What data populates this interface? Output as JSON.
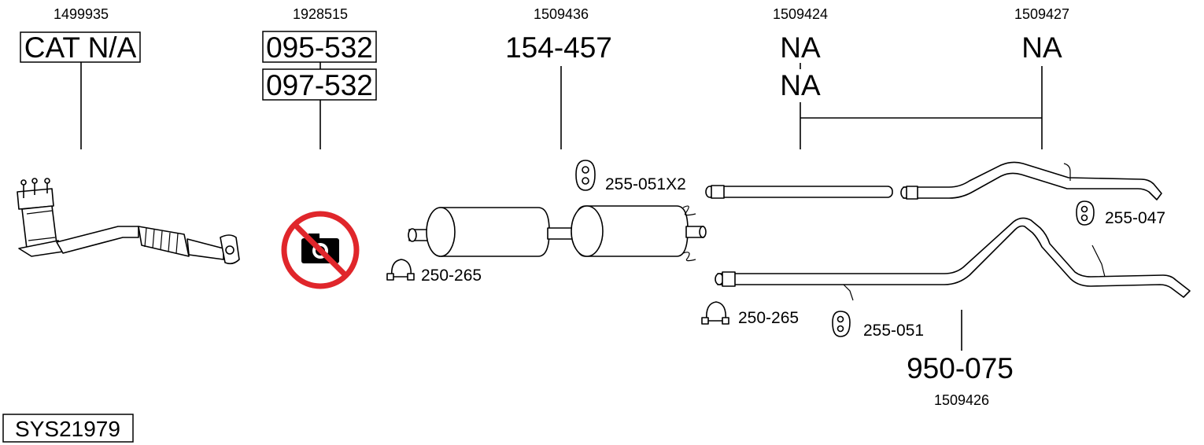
{
  "system_code": "SYS21979",
  "parts": [
    {
      "oem": "1499935",
      "codes": [
        "CAT N/A"
      ],
      "boxed": true
    },
    {
      "oem": "1928515",
      "codes": [
        "095-532",
        "097-532"
      ],
      "boxed": true
    },
    {
      "oem": "1509436",
      "codes": [
        "154-457"
      ],
      "boxed": false
    },
    {
      "oem": "1509424",
      "codes": [
        "NA",
        "NA"
      ],
      "boxed": false
    },
    {
      "oem": "1509427",
      "codes": [
        "NA"
      ],
      "boxed": false
    },
    {
      "oem": "1509426",
      "codes": [
        "950-075"
      ],
      "boxed": false
    }
  ],
  "accessories": {
    "clamp_center": "250-265",
    "hanger_pair": "255-051X2",
    "hanger_right": "255-047",
    "clamp_right": "250-265",
    "hanger_lower": "255-051"
  },
  "icons": {
    "no_photo": "no-photo-icon",
    "no_photo_color": "#e0262b"
  }
}
